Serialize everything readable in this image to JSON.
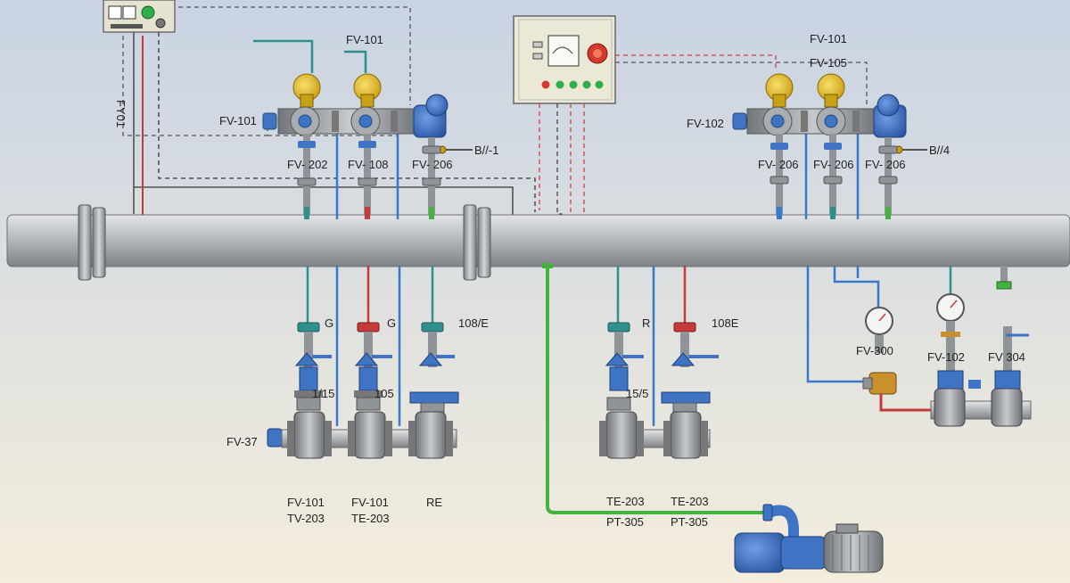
{
  "colors": {
    "background_top": "#c9d3e3",
    "background_bottom": "#f3eddc",
    "pipe": "#a9acaf",
    "valve_body": "#8f9499",
    "actuator_yellow": "#e8c11e",
    "actuator_blue": "#3f74c4",
    "line_blue": "#3a78c9",
    "line_teal": "#2e8f8f",
    "line_red": "#c63a3a",
    "line_green": "#43b23f",
    "signal_dashed_dark": "#444444",
    "signal_dashed_red": "#d04040",
    "panel": "#ece8d6",
    "lamp_green": "#2fae4a",
    "lamp_red": "#d23a2a"
  },
  "icons": {
    "gauge": "pressure-gauge-icon",
    "pump": "pump-motor-icon",
    "control_panel": "control-panel-icon"
  },
  "labels": {
    "left_panel_vertical": "FY01",
    "top_left_fv101": "FV-101",
    "left_fv101": "FV-101",
    "top_right_fv101": "FV-101",
    "top_right_fv105": "FV-105",
    "right_fv102": "FV-102",
    "left_stem_1": "FV- 202",
    "left_stem_2": "FV- 108",
    "left_stem_3": "FV- 206",
    "right_stem_1": "FV- 206",
    "right_stem_2": "FV- 206",
    "right_stem_3": "FV- 206",
    "left_b_tag": "B//-1",
    "right_b_tag": "B//4",
    "lower_g1": "G",
    "lower_g2": "G",
    "lower_108e": "108/E",
    "lower_r": "R",
    "lower_108e2": "108E",
    "lower_1_15": "1/15",
    "lower_105": "105",
    "lower_15_5": "15/5",
    "fv_37": "FV-37",
    "fv_300": "FV-300",
    "fv_102_low": "FV-102",
    "fv_304": "FV 304",
    "bottom_fv101_a": "FV-101",
    "bottom_tv203": "TV-203",
    "bottom_fv101_b": "FV-101",
    "bottom_te203": "TE-203",
    "bottom_re": "RE",
    "pump_te203_a": "TE-203",
    "pump_te203_b": "TE-203",
    "pump_pt305_a": "PT-305",
    "pump_pt305_b": "PT-305"
  }
}
